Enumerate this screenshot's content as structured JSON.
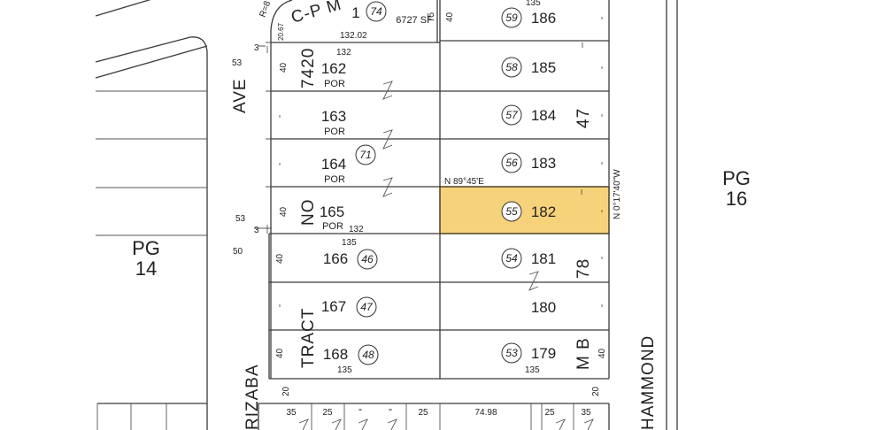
{
  "streets": {
    "ave": "AVE",
    "orizaba": "RIZABA",
    "hammond": "HAMMOND",
    "top_label": "C-P M"
  },
  "tract": {
    "word_no": "NO",
    "word_tract": "TRACT",
    "number": "7420"
  },
  "mb": {
    "letters": "M B",
    "page_47": "47",
    "page_78": "78"
  },
  "pg14": {
    "pg": "PG",
    "num": "14"
  },
  "pg16": {
    "pg": "PG",
    "num": "16"
  },
  "bearings": {
    "n89": "N 89°45'E",
    "n0": "N 0°17'40\"W"
  },
  "colors": {
    "highlight": "#f6d27a",
    "highlight_border": "#c99a2b"
  },
  "left_lots": [
    {
      "parcel": "1",
      "circle": "74",
      "sub": "6727 SF"
    },
    {
      "parcel": "162",
      "circle": "",
      "sub": "POR"
    },
    {
      "parcel": "163",
      "circle": "",
      "sub": "POR"
    },
    {
      "parcel": "164",
      "circle": "71",
      "sub": "POR"
    },
    {
      "parcel": "165",
      "circle": "",
      "sub": "POR"
    },
    {
      "parcel": "166",
      "circle": "46",
      "sub": ""
    },
    {
      "parcel": "167",
      "circle": "47",
      "sub": ""
    },
    {
      "parcel": "168",
      "circle": "48",
      "sub": ""
    }
  ],
  "right_lots": [
    {
      "parcel": "186",
      "circle": "59"
    },
    {
      "parcel": "185",
      "circle": "58"
    },
    {
      "parcel": "184",
      "circle": "57"
    },
    {
      "parcel": "183",
      "circle": "56"
    },
    {
      "parcel": "182",
      "circle": "55",
      "highlighted": true
    },
    {
      "parcel": "181",
      "circle": "54"
    },
    {
      "parcel": "180",
      "circle": ""
    },
    {
      "parcel": "179",
      "circle": "53"
    }
  ],
  "dims": {
    "d132_02": "132.02",
    "d132_top": "132",
    "d132_small": "132",
    "d135_166": "135",
    "d135_bl": "135",
    "d135_br": "135",
    "d135_top": "135",
    "d40_a": "40",
    "d40_b": "40",
    "d40_c": "40",
    "d40_d": "40",
    "d40_e": "40",
    "d40_f": "40",
    "d53_a": "53",
    "d53_b": "53",
    "d50": "50",
    "d20_a": "20",
    "d20_b": "20",
    "d75": "75",
    "d20_67": "20.67",
    "r8": "R=8",
    "d3_a": "3",
    "d3_b": "3"
  },
  "bottom_dims": [
    "35",
    "25",
    "\"",
    "\"",
    "25",
    "74.98",
    "25",
    "35"
  ]
}
